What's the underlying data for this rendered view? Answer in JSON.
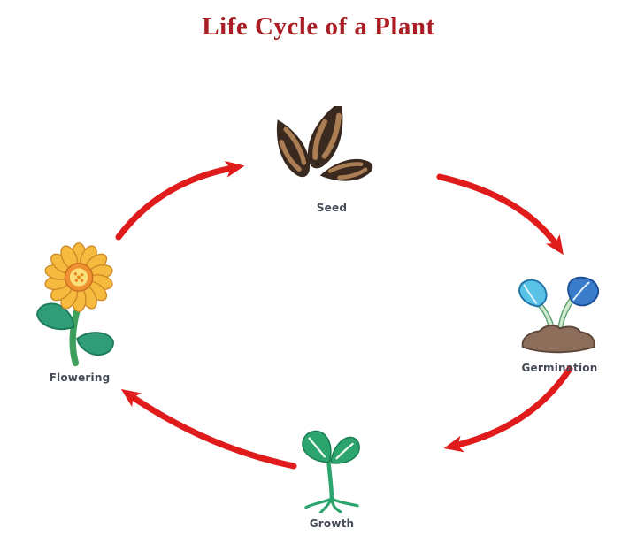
{
  "title": "Life Cycle of a Plant",
  "stages": [
    {
      "id": "seed",
      "label": "Seed"
    },
    {
      "id": "germination",
      "label": "Germination"
    },
    {
      "id": "growth",
      "label": "Growth"
    },
    {
      "id": "flowering",
      "label": "Flowering"
    }
  ],
  "arrows": [
    {
      "from": "Flowering",
      "to": "Seed"
    },
    {
      "from": "Seed",
      "to": "Germination"
    },
    {
      "from": "Germination",
      "to": "Growth"
    },
    {
      "from": "Growth",
      "to": "Flowering"
    }
  ],
  "colors": {
    "title_red": "#A81E24",
    "arrow_red": "#E01B1B",
    "label_gray": "#454B57",
    "seed_brown": "#39291E",
    "seed_stripe": "#AB7D53",
    "soil_brown": "#8D6E5B",
    "leaf_light_blue": "#5BC2E7",
    "leaf_dark_blue": "#3A7CC9",
    "seedling_green": "#2BA46E",
    "flower_petal": "#F5BA3E",
    "flower_center": "#EF9130",
    "flower_leaf_green": "#2F9E78"
  }
}
